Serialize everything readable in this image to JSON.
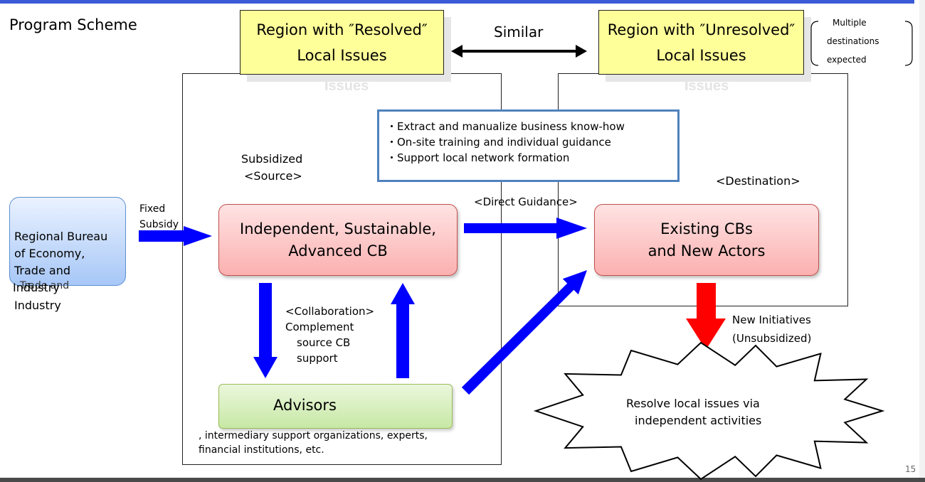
{
  "slide": {
    "title": "Program Scheme",
    "page_number": "15"
  },
  "regions": {
    "resolved": {
      "line1": "Region with ″Resolved″",
      "line2": "Local Issues"
    },
    "unresolved": {
      "line1": "Region with ″Unresolved″",
      "line2": "Local Issues"
    },
    "ghost_text": "Issues",
    "similar_label": "Similar",
    "note": {
      "line1": "Multiple",
      "line2": "destinations",
      "line3": "expected"
    }
  },
  "info_box": {
    "items": [
      "・Extract and manualize business know-how",
      "・On-site training and individual guidance",
      "・Support local network formation"
    ]
  },
  "labels": {
    "subsidized": "Subsidized",
    "source": "<Source>",
    "destination": "<Destination>",
    "direct_guidance": "<Direct Guidance>",
    "fixed_subsidy": {
      "line1": "Fixed",
      "line2": "Subsidy"
    },
    "collaboration": {
      "line1": "<Collaboration>",
      "line2": "Complement",
      "line3": "source CB",
      "line4": "support"
    },
    "new_initiatives": {
      "line1": "New Initiatives",
      "line2": "(Unsubsidized)"
    },
    "advisors_note": {
      "line1": ", intermediary support organizations, experts,",
      "line2": "financial institutions, etc."
    }
  },
  "nodes": {
    "bureau": {
      "line1": "Regional Bureau",
      "line2": "of Economy,",
      "line3": "Trade and",
      "line4": "Industry",
      "overlap": "Trade and",
      "line5": "Industry"
    },
    "source_cb": {
      "line1": "Independent, Sustainable,",
      "line2": "Advanced CB"
    },
    "dest_cb": {
      "line1": "Existing CBs",
      "line2": "and New Actors"
    },
    "advisors": {
      "label": "Advisors"
    },
    "outcome": {
      "line1": "Resolve local issues via",
      "line2": "independent activities"
    }
  },
  "colors": {
    "arrow_blue": "#0000ff",
    "arrow_red": "#ff0000",
    "yellow_box": "#ffff99",
    "pink_box": "#fbb0b0",
    "green_box": "#c7e8a5",
    "info_border": "#4f81bd",
    "top_bar": "#3a5ad8"
  }
}
